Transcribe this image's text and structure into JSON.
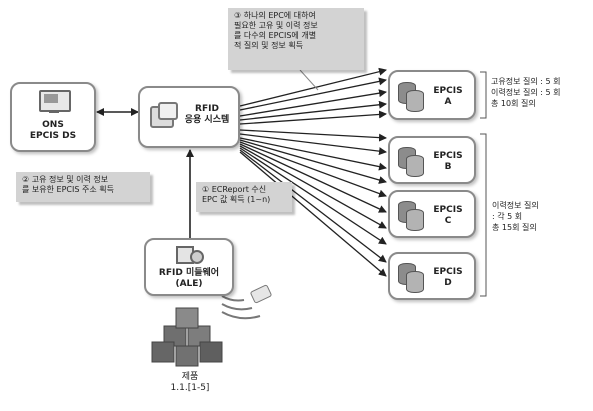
{
  "nodes": {
    "ons": "ONS\nEPCIS DS",
    "rfid_app": "RFID\n응용 시스템",
    "middleware": "RFID 미들웨어\n(ALE)",
    "product": "제품\n1.1.[1-5]",
    "epcis": [
      {
        "label": "EPCIS\nA"
      },
      {
        "label": "EPCIS\nB"
      },
      {
        "label": "EPCIS\nC"
      },
      {
        "label": "EPCIS\nD"
      }
    ]
  },
  "notes": {
    "step3": "③ 하나의 EPC에 대하여\n필요한 고유 및 이력 정보\n를 다수의 EPCIS에 개별\n적 질의 및 정보 획득",
    "step2": "② 고유 정보 및 이력 정보\n를 보유한 EPCIS 주소 획득",
    "step1": "① ECReport 수신\nEPC 값 획득 (1~n)"
  },
  "side": {
    "a": "고유정보 질의 : 5 회\n이력정보 질의 : 5 회\n총 10회 질의",
    "bcd": "이력정보 질의\n: 각 5 회\n총 15회 질의"
  },
  "colors": {
    "border": "#8a8a8a",
    "note_bg": "#d3d3d3",
    "arrow": "#222222"
  }
}
